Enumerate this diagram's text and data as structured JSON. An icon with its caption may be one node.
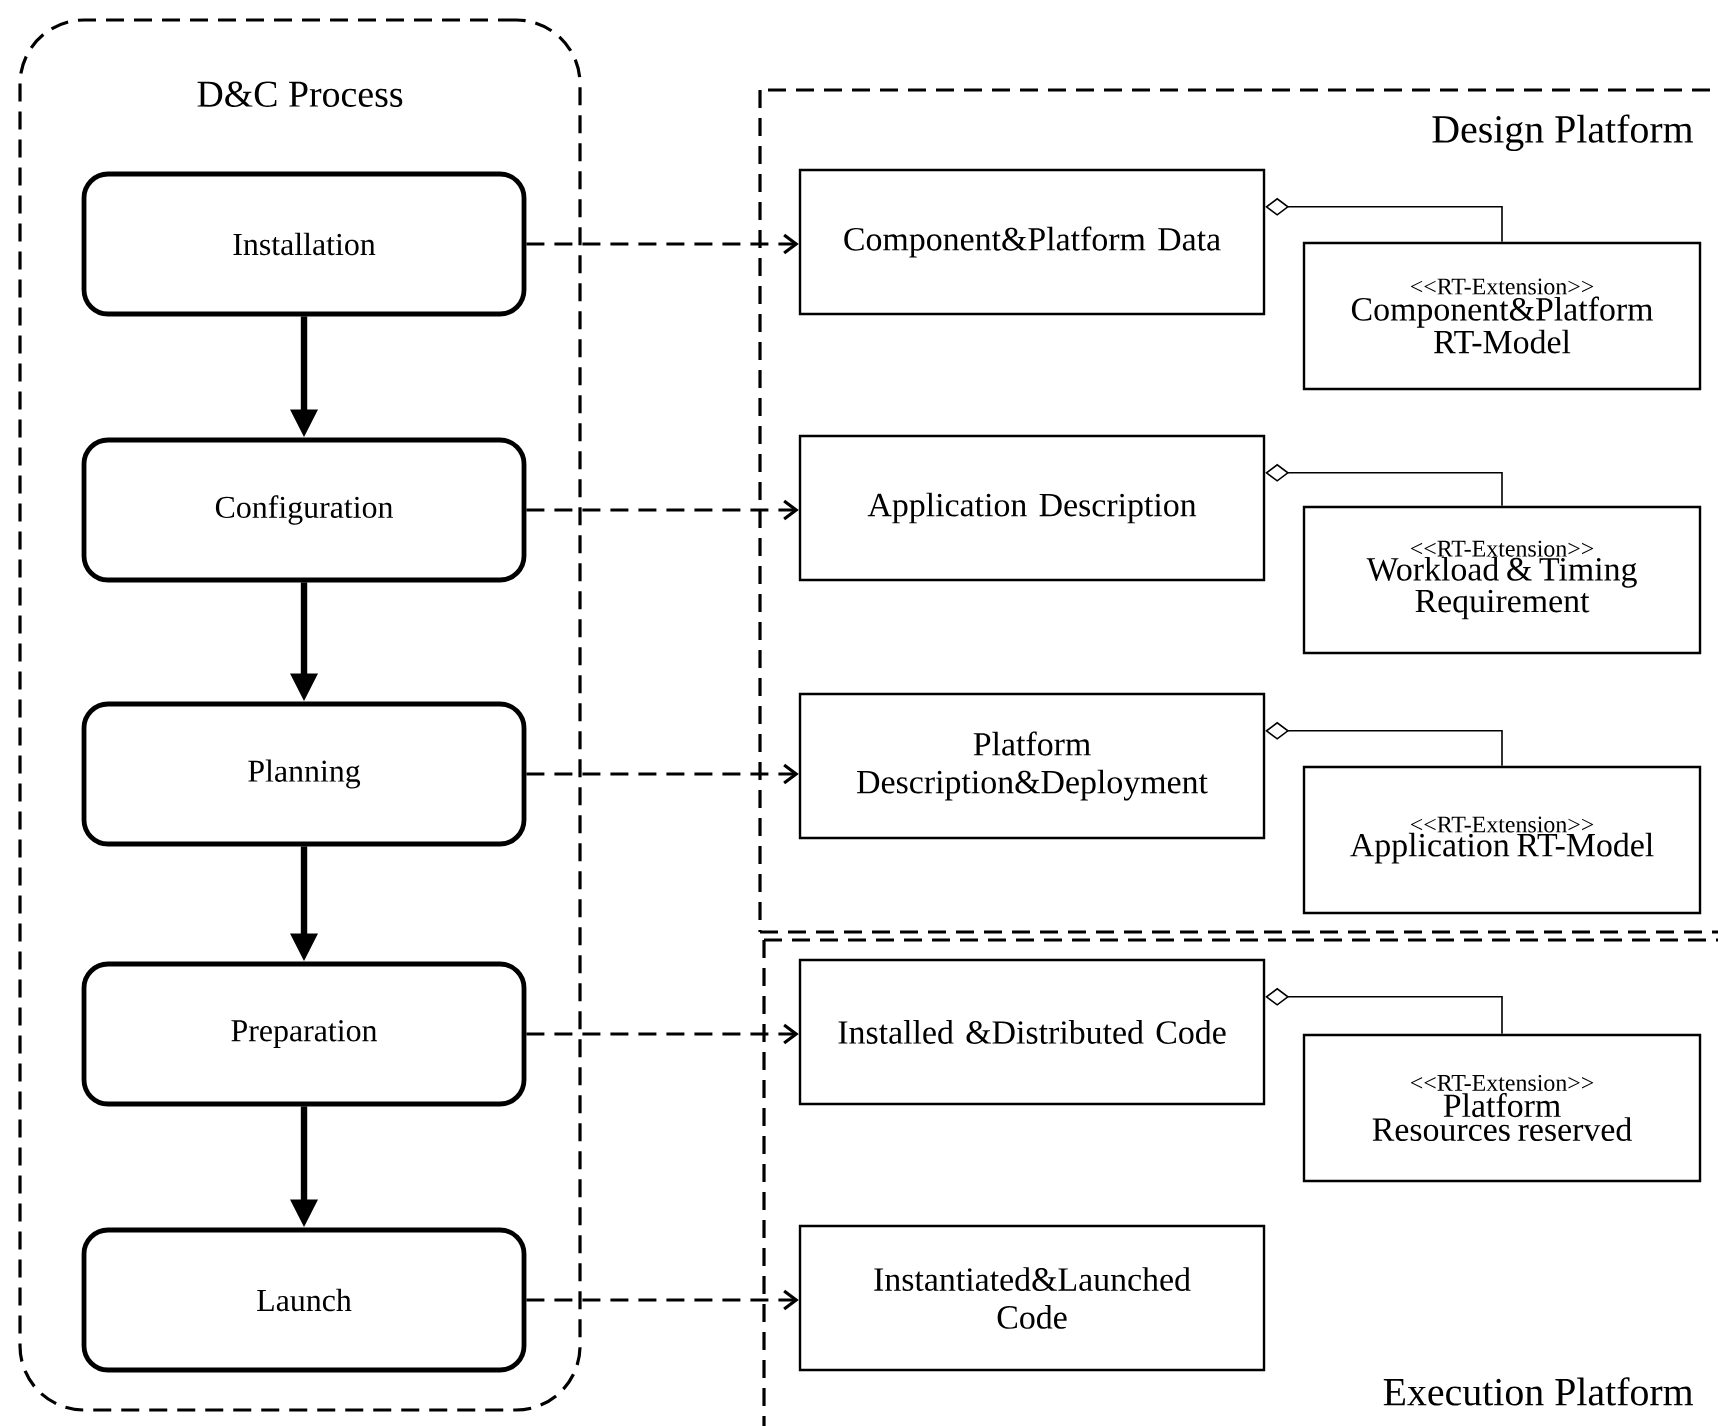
{
  "diagram": {
    "nodes": [
      {
        "text": [
          "D&C Process"
        ]
      },
      {
        "text": [
          "Installation"
        ],
        "in": 0
      },
      {
        "text": [
          "Configuration"
        ],
        "in": 0
      },
      {
        "text": [
          "Planning"
        ],
        "in": 0
      },
      {
        "text": [
          "Preparation"
        ],
        "in": 0
      },
      {
        "text": [
          "Launch"
        ],
        "in": 0
      },
      {
        "text": [
          "Design Platform"
        ]
      },
      {
        "text": [
          "Execution Platform"
        ]
      },
      {
        "text": [
          "Component&Platform Data"
        ],
        "in": 6
      },
      {
        "text": [
          "<<RT-Extension>>",
          "Component&Platform RT-Model"
        ],
        "in": 6
      },
      {
        "text": [
          "Application Description"
        ],
        "in": 6
      },
      {
        "text": [
          "<<RT-Extension>>",
          "Workload & Timing Requirement"
        ],
        "in": 6
      },
      {
        "text": [
          "Platform Description&Deployment"
        ],
        "in": 6
      },
      {
        "text": [
          "<<RT-Extension>>",
          "Application RT-Model"
        ],
        "in": 6
      },
      {
        "text": [
          "Installed &Distributed Code"
        ],
        "in": 7
      },
      {
        "text": [
          "<<RT-Extension>>",
          "Platform Resources reserved"
        ],
        "in": 7
      },
      {
        "text": [
          "Instantiated&Launched Code"
        ],
        "in": 7
      }
    ],
    "edges": [
      {
        "from": 1,
        "to": 2,
        "arrow": "to",
        "style": "thick"
      },
      {
        "from": 2,
        "to": 3,
        "arrow": "to",
        "style": "thick"
      },
      {
        "from": 3,
        "to": 4,
        "arrow": "to",
        "style": "thick"
      },
      {
        "from": 4,
        "to": 5,
        "arrow": "to",
        "style": "thick"
      },
      {
        "from": 1,
        "to": 8,
        "arrow": "to",
        "style": "dashed"
      },
      {
        "from": 2,
        "to": 10,
        "arrow": "to",
        "style": "dashed"
      },
      {
        "from": 3,
        "to": 12,
        "arrow": "to",
        "style": "dashed"
      },
      {
        "from": 4,
        "to": 14,
        "arrow": "to",
        "style": "dashed"
      },
      {
        "from": 5,
        "to": 16,
        "arrow": "to",
        "style": "dashed"
      },
      {
        "from": 9,
        "to": 8,
        "arrow": "other"
      },
      {
        "from": 11,
        "to": 10,
        "arrow": "other"
      },
      {
        "from": 13,
        "to": 12,
        "arrow": "other"
      },
      {
        "from": 15,
        "to": 14,
        "arrow": "other"
      }
    ]
  }
}
